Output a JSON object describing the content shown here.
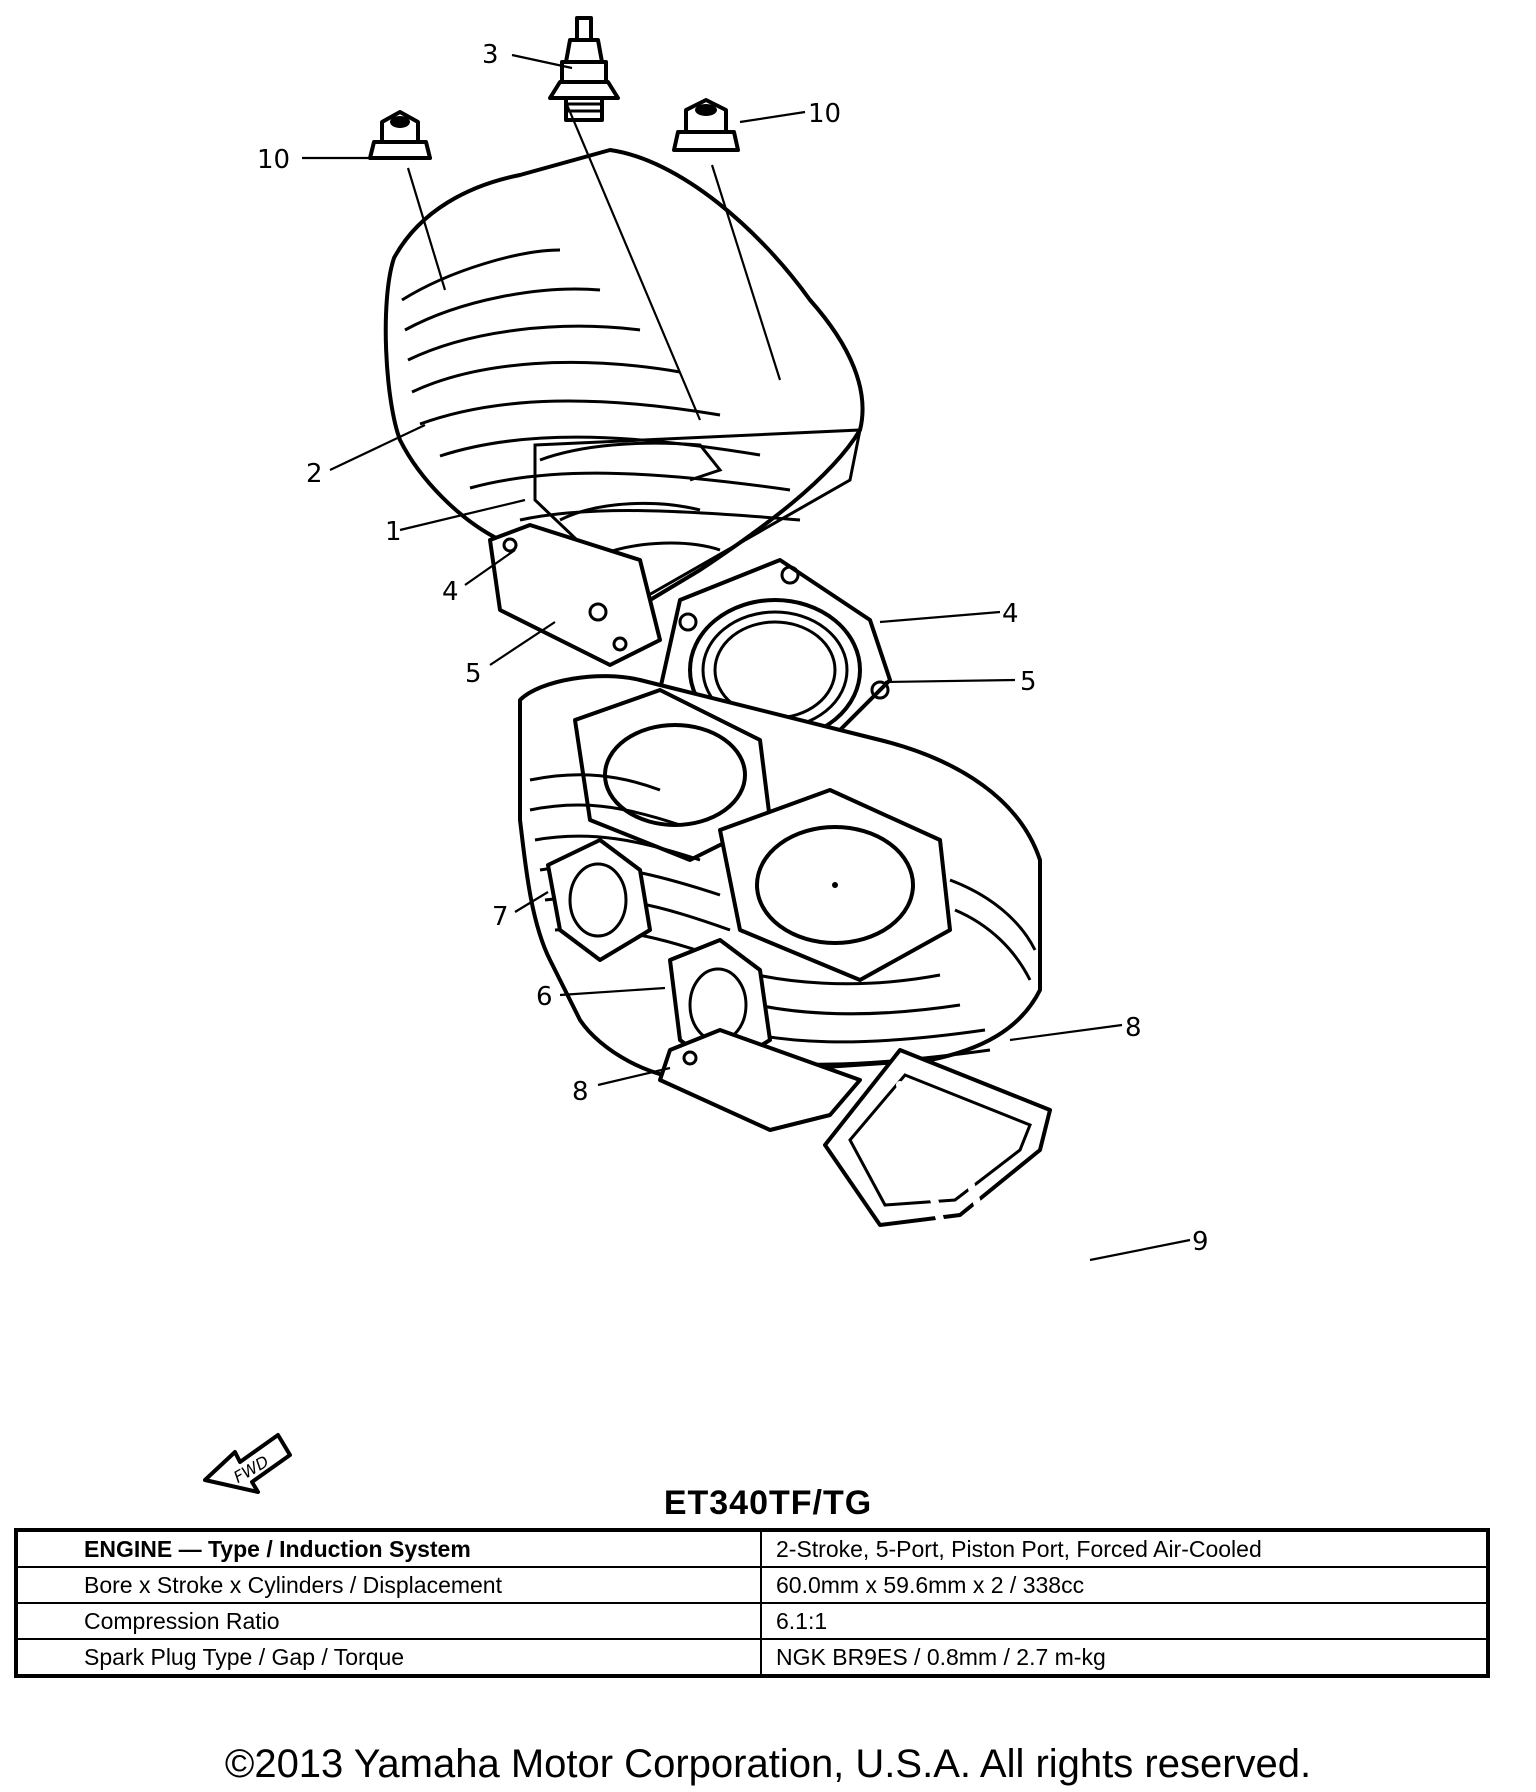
{
  "callouts": [
    {
      "id": "3",
      "label": "3"
    },
    {
      "id": "10a",
      "label": "10"
    },
    {
      "id": "10b",
      "label": "10"
    },
    {
      "id": "2",
      "label": "2"
    },
    {
      "id": "1",
      "label": "1"
    },
    {
      "id": "4a",
      "label": "4"
    },
    {
      "id": "4b",
      "label": "4"
    },
    {
      "id": "5a",
      "label": "5"
    },
    {
      "id": "5b",
      "label": "5"
    },
    {
      "id": "7",
      "label": "7"
    },
    {
      "id": "6",
      "label": "6"
    },
    {
      "id": "8a",
      "label": "8"
    },
    {
      "id": "8b",
      "label": "8"
    },
    {
      "id": "9",
      "label": "9"
    }
  ],
  "front_arrow_label": "FWD",
  "model_title": "ET340TF/TG",
  "spec_table": [
    {
      "label": "ENGINE — Type / Induction System",
      "value": "2-Stroke, 5-Port, Piston Port, Forced Air-Cooled"
    },
    {
      "label": "Bore x Stroke x Cylinders / Displacement",
      "value": "60.0mm x 59.6mm x 2 / 338cc"
    },
    {
      "label": "Compression Ratio",
      "value": "6.1:1"
    },
    {
      "label": "Spark Plug Type / Gap / Torque",
      "value": "NGK BR9ES / 0.8mm / 2.7 m-kg"
    }
  ],
  "copyright": "©2013 Yamaha Motor Corporation, U.S.A. All rights reserved."
}
